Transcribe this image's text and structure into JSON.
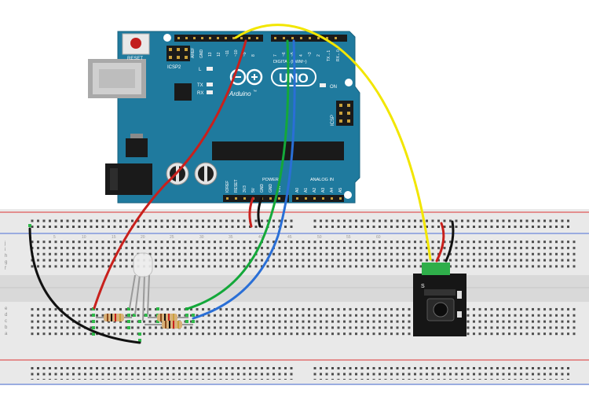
{
  "arduino": {
    "logo_text": "Arduino",
    "tm": "™",
    "model": "UNO",
    "reset_label": "RESET",
    "icsp2_label": "ICSP2",
    "icsp_label": "ICSP",
    "led_l": "L",
    "led_tx": "TX",
    "led_rx": "RX",
    "led_on": "ON",
    "digital_label": "DIGITAL (PWM~)",
    "power_label": "POWER",
    "analog_label": "ANALOG IN",
    "top_pins": [
      "AREF",
      "GND",
      "13",
      "12",
      "~11",
      "~10",
      "~9",
      "8",
      "7",
      "~6",
      "~5",
      "4",
      "~3",
      "2",
      "TX→1",
      "RX←0"
    ],
    "power_pins": [
      "IOREF",
      "RESET",
      "3V3",
      "5V",
      "GND",
      "GND",
      "VIN"
    ],
    "analog_pins": [
      "A0",
      "A1",
      "A2",
      "A3",
      "A4",
      "A5"
    ]
  },
  "breadboard": {
    "row_letters_top": [
      "j",
      "i",
      "h",
      "g",
      "f"
    ],
    "row_letters_bottom": [
      "e",
      "d",
      "c",
      "b",
      "a"
    ],
    "column_numbers": [
      "1",
      "5",
      "10",
      "15",
      "20",
      "25",
      "30",
      "35",
      "40",
      "45",
      "50",
      "55",
      "60"
    ]
  },
  "ir_module": {
    "signal_label": "S"
  },
  "colors": {
    "board": "#1f7a9e",
    "wire_red": "#c8201c",
    "wire_black": "#111111",
    "wire_green": "#14a83a",
    "wire_blue": "#2a6fd6",
    "wire_yellow": "#f2e600"
  }
}
